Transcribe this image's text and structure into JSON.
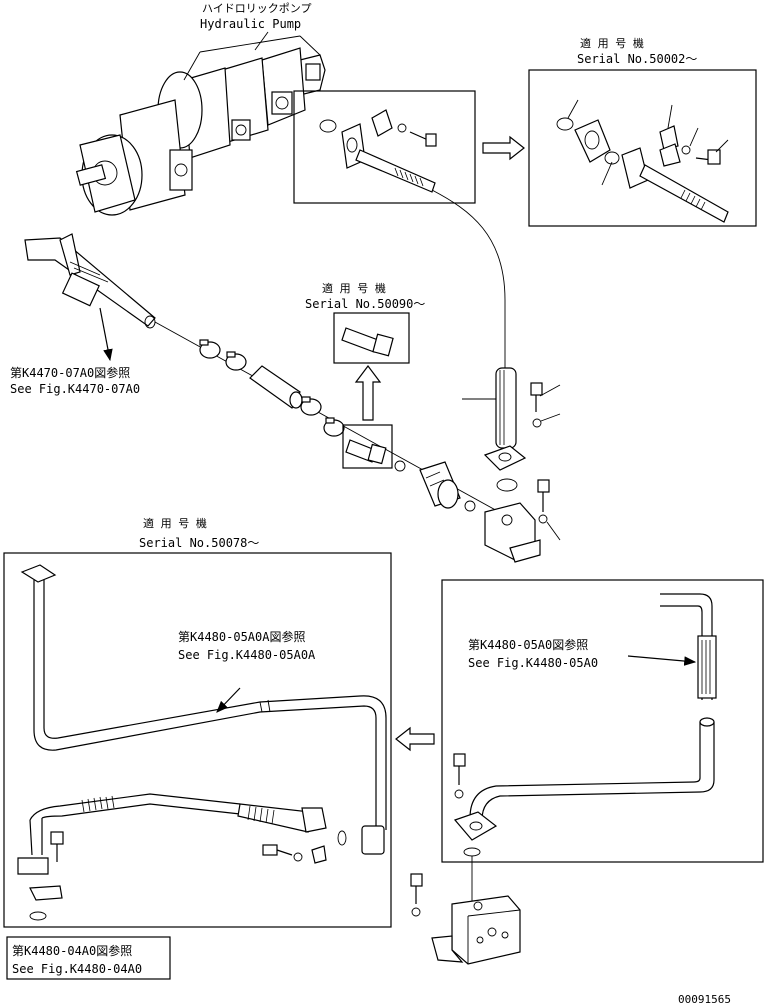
{
  "pump": {
    "label_jp": "ハイドロリックポンプ",
    "label_en": "Hydraulic Pump"
  },
  "serials": {
    "s50002": {
      "jp": "適 用 号 機",
      "en": "Serial No.50002～"
    },
    "s50090": {
      "jp": "適 用 号 機",
      "en": "Serial No.50090～"
    },
    "s50078": {
      "jp": "適 用 号 機",
      "en": "Serial No.50078～"
    }
  },
  "refs": {
    "k4470": {
      "jp": "第K4470-07A0図参照",
      "en": "See Fig.K4470-07A0"
    },
    "k4480a": {
      "jp": "第K4480-05A0A図参照",
      "en": "See Fig.K4480-05A0A"
    },
    "k4480": {
      "jp": "第K4480-05A0図参照",
      "en": "See Fig.K4480-05A0"
    },
    "k4480_04": {
      "jp": "第K4480-04A0図参照",
      "en": "See Fig.K4480-04A0"
    }
  },
  "drawing_number": "00091565"
}
